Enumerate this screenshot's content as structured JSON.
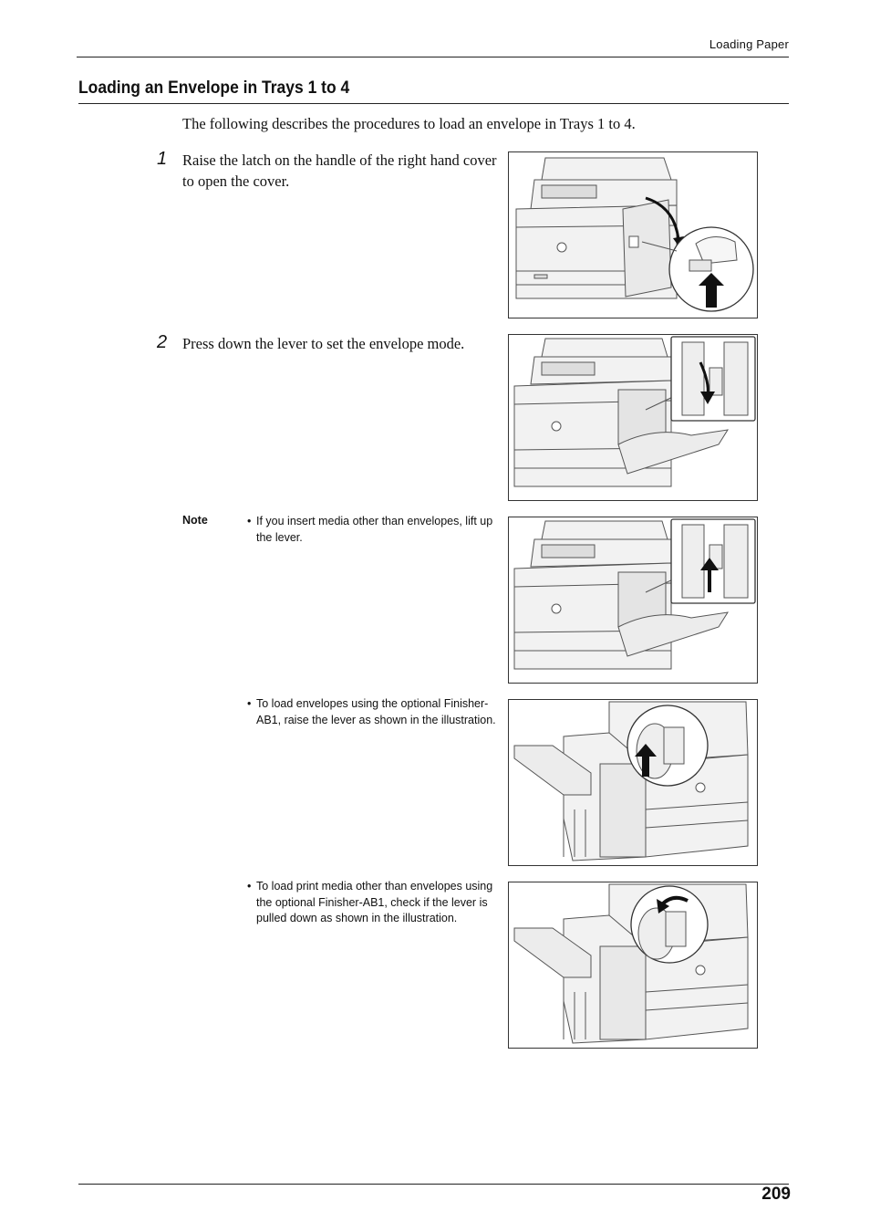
{
  "header": {
    "running_head": "Loading Paper"
  },
  "section": {
    "title": "Loading an Envelope in Trays 1 to 4",
    "intro": "The following describes the procedures to load an envelope in Trays 1 to 4."
  },
  "steps": [
    {
      "number": "1",
      "text": "Raise the latch on the handle of the right hand cover to open the cover."
    },
    {
      "number": "2",
      "text": "Press down the lever to set the envelope mode."
    }
  ],
  "note": {
    "label": "Note",
    "items": [
      {
        "bullet": "•",
        "text": "If you insert media other than envelopes, lift up the lever."
      },
      {
        "bullet": "•",
        "text": "To load envelopes using the optional Finisher-AB1, raise the lever as shown in the illustration."
      },
      {
        "bullet": "•",
        "text": "To load print media other than envelopes using the optional Finisher-AB1, check if the lever is pulled down as shown in the illustration."
      }
    ]
  },
  "footer": {
    "page_number": "209"
  }
}
